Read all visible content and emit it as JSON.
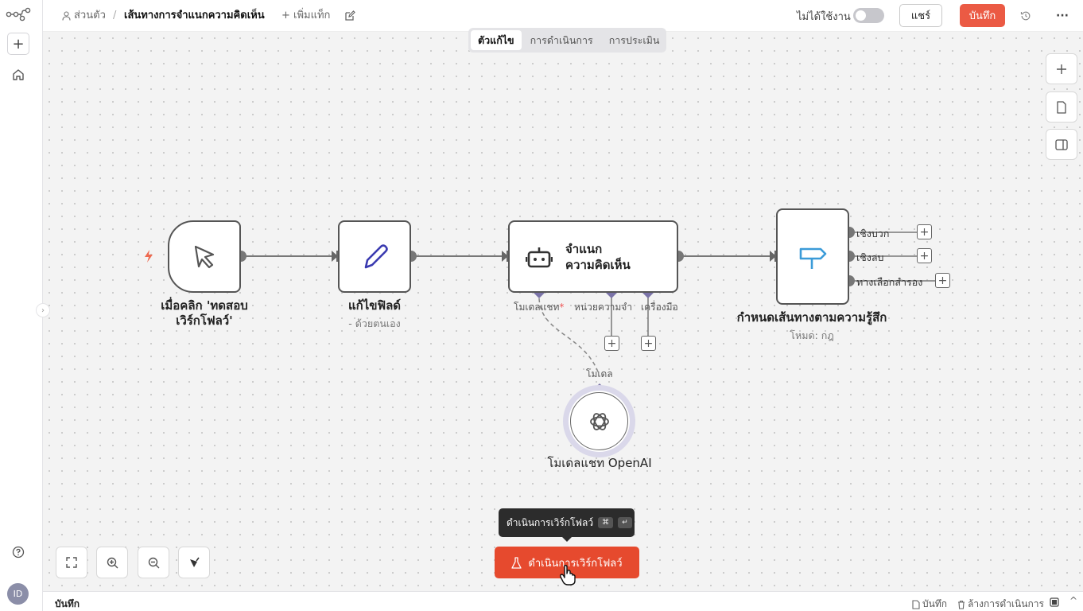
{
  "header": {
    "owner": "ส่วนตัว",
    "separator": "/",
    "workflow_name": "เส้นทางการจำแนกความคิดเห็น",
    "add_tag": "+ เพิ่มแท็ก",
    "inactive_label": "ไม่ได้ใช้งาน",
    "share": "แชร์",
    "save": "บันทึก",
    "more": "···"
  },
  "tabs": [
    {
      "label": "ตัวแก้ไข",
      "active": true
    },
    {
      "label": "การดำเนินการ",
      "active": false
    },
    {
      "label": "การประเมิน",
      "active": false
    }
  ],
  "sidebar": {
    "add": "+",
    "avatar": "ID",
    "collapse": "›"
  },
  "nodes": {
    "trigger": {
      "label": "เมื่อคลิก 'ทดสอบ\nเวิร์กโฟลว์'"
    },
    "edit": {
      "label": "แก้ไขฟิลด์",
      "sub": "- ด้วยตนเอง"
    },
    "classifier": {
      "label": "จำแนก\nความคิดเห็น",
      "port_model": "โมเดลแชท",
      "port_required": "*",
      "port_memory": "หน่วยความจำ",
      "port_tools": "เครื่องมือ"
    },
    "router": {
      "label": "กำหนดเส้นทางตามความรู้สึก",
      "sub": "โหมด: กฎ",
      "outputs": [
        "เชิงบวก",
        "เชิงลบ",
        "ทางเลือกสำรอง"
      ]
    },
    "openai": {
      "label": "โมเดลแชท OpenAI",
      "port": "โมเดล"
    }
  },
  "canvas": {
    "plus": "+"
  },
  "execute": {
    "tooltip": "ดำเนินการเวิร์กโฟลว์",
    "kbd1": "⌘",
    "kbd2": "↵",
    "button": "ดำเนินการเวิร์กโฟลว์"
  },
  "footer": {
    "title": "บันทึก",
    "logs": "บันทึก",
    "clear": "ล้างการดำเนินการ",
    "chevron": "^"
  },
  "colors": {
    "accent": "#eb5a44",
    "execute": "#e64a2e",
    "edit_icon": "#3a3ab0",
    "router_icon": "#3b9bd8",
    "port_diamond": "#7a73a8",
    "bolt": "#ee6a50"
  }
}
